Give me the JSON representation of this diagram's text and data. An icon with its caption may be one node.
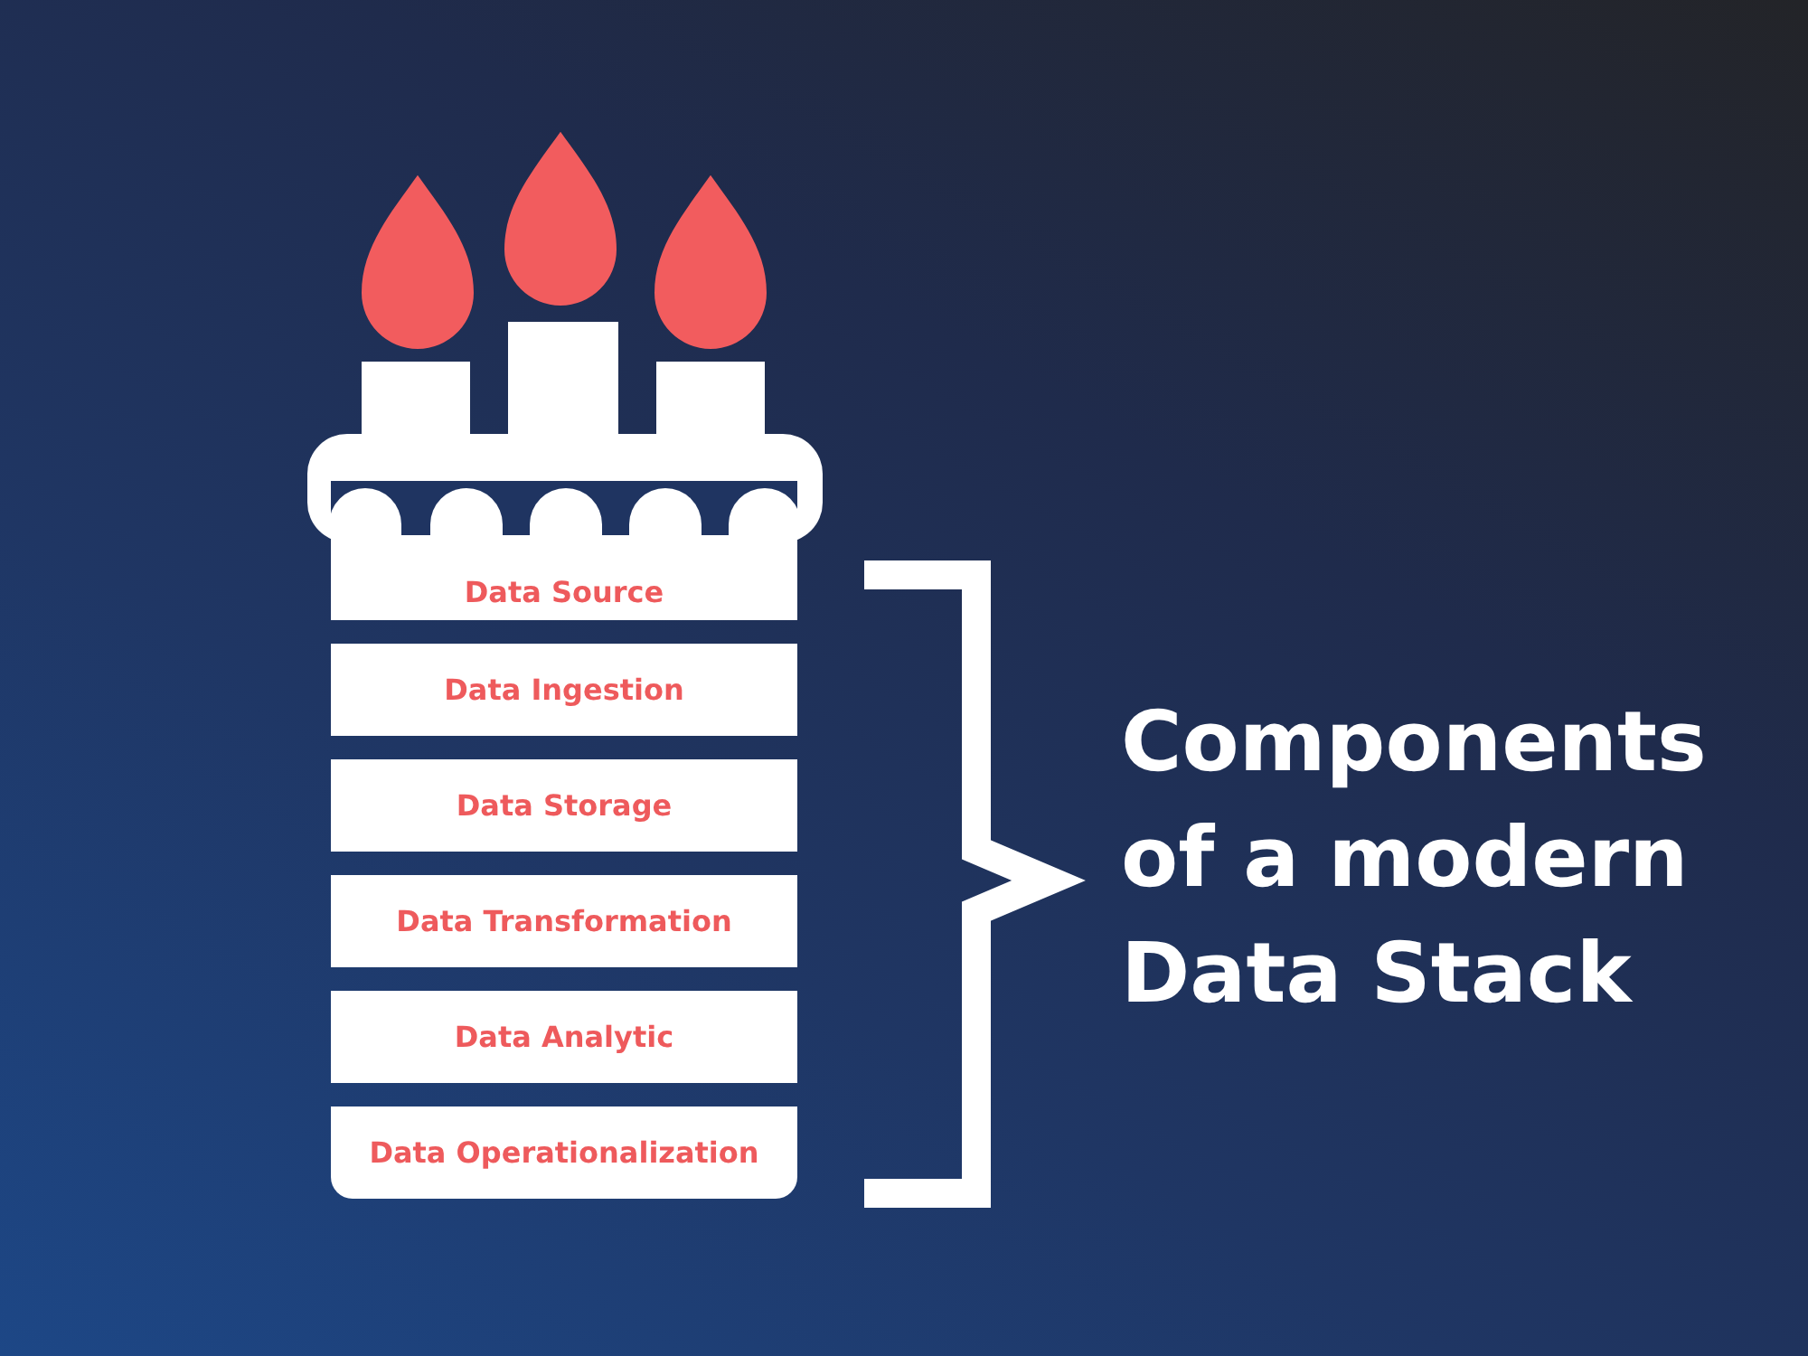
{
  "diagram": {
    "title": "Components of a modern Data Stack",
    "nodes": [
      {
        "text": [
          "Data Source"
        ]
      },
      {
        "text": [
          "Data Ingestion"
        ]
      },
      {
        "text": [
          "Data Storage"
        ]
      },
      {
        "text": [
          "Data Transformation"
        ]
      },
      {
        "text": [
          "Data Analytic"
        ]
      },
      {
        "text": [
          "Data Operationalization"
        ]
      }
    ]
  }
}
